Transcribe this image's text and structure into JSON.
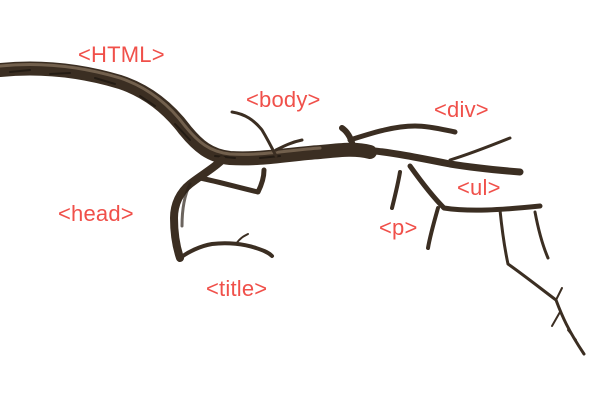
{
  "labels": {
    "html": "<HTML>",
    "body": "<body>",
    "div": "<div>",
    "ul": "<ul>",
    "head": "<head>",
    "p": "<p>",
    "title": "<title>"
  },
  "colors": {
    "label": "#f0504a",
    "branch": "#4a3a2c",
    "branch_dark": "#2c2219",
    "branch_light": "#8a7660",
    "background": "#ffffff"
  },
  "illustration": "tree-branch"
}
